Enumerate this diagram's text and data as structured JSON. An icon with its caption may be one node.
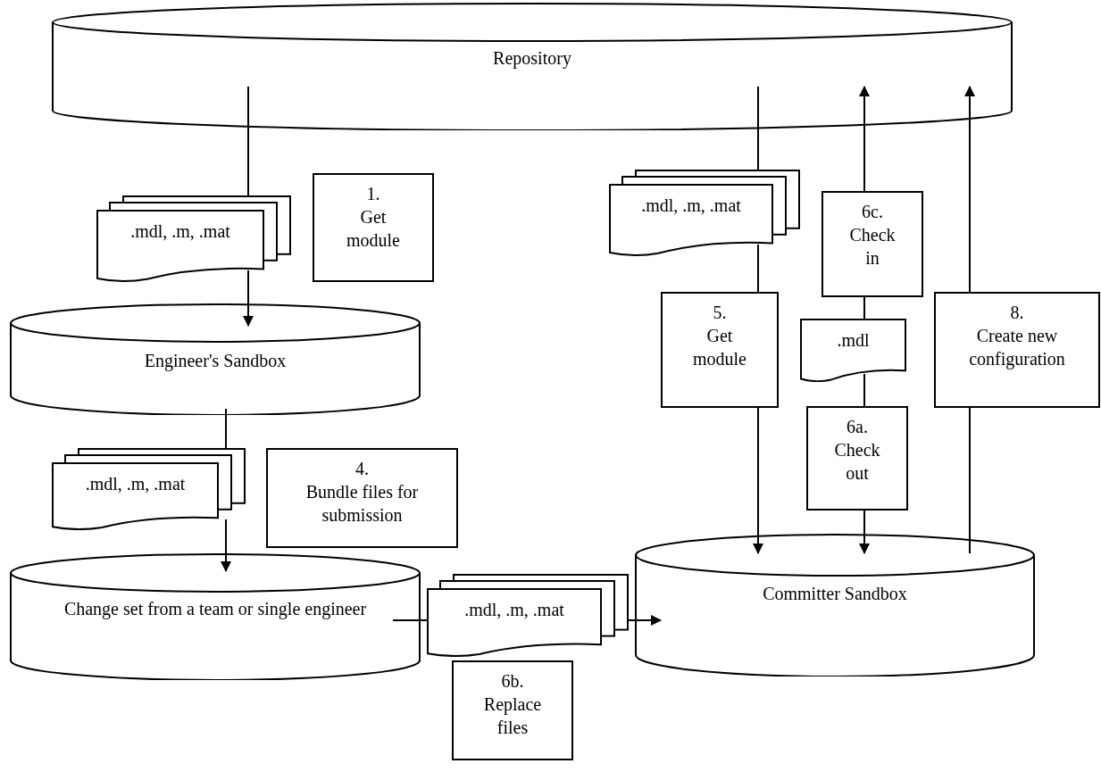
{
  "diagram": {
    "nodes": [
      {
        "text": [
          "Repository"
        ]
      },
      {
        "text": [
          ".mdl, .m, .mat"
        ]
      },
      {
        "text": [
          "1.",
          "Get module"
        ]
      },
      {
        "text": [
          "Engineer's Sandbox"
        ]
      },
      {
        "text": [
          ".mdl, .m, .mat"
        ]
      },
      {
        "text": [
          "4.",
          "Bundle files for submission"
        ]
      },
      {
        "text": [
          "Change set from a team or single engineer"
        ]
      },
      {
        "text": [
          ".mdl, .m, .mat"
        ]
      },
      {
        "text": [
          "6b.",
          "Replace files"
        ]
      },
      {
        "text": [
          "Committer Sandbox"
        ]
      },
      {
        "text": [
          ".mdl, .m, .mat"
        ]
      },
      {
        "text": [
          "5.",
          "Get module"
        ]
      },
      {
        "text": [
          "6c.",
          "Check in"
        ]
      },
      {
        "text": [
          ".mdl"
        ]
      },
      {
        "text": [
          "6a.",
          "Check out"
        ]
      },
      {
        "text": [
          "8.",
          "Create new configuration"
        ]
      }
    ],
    "edges": [
      {
        "from": 0,
        "to": 1,
        "arrow": "none"
      },
      {
        "from": 1,
        "to": 3,
        "arrow": "to"
      },
      {
        "from": 3,
        "to": 4,
        "arrow": "none"
      },
      {
        "from": 4,
        "to": 6,
        "arrow": "to"
      },
      {
        "from": 6,
        "to": 7,
        "arrow": "none"
      },
      {
        "from": 7,
        "to": 9,
        "arrow": "to"
      },
      {
        "from": 0,
        "to": 10,
        "arrow": "none"
      },
      {
        "from": 10,
        "to": 11,
        "arrow": "none"
      },
      {
        "from": 11,
        "to": 9,
        "arrow": "to"
      },
      {
        "from": 12,
        "to": 0,
        "arrow": "to"
      },
      {
        "from": 13,
        "to": 12,
        "arrow": "none"
      },
      {
        "from": 14,
        "to": 13,
        "arrow": "none"
      },
      {
        "from": 14,
        "to": 9,
        "arrow": "to"
      },
      {
        "from": 15,
        "to": 0,
        "arrow": "to"
      },
      {
        "from": 9,
        "to": 15,
        "arrow": "none"
      }
    ]
  }
}
